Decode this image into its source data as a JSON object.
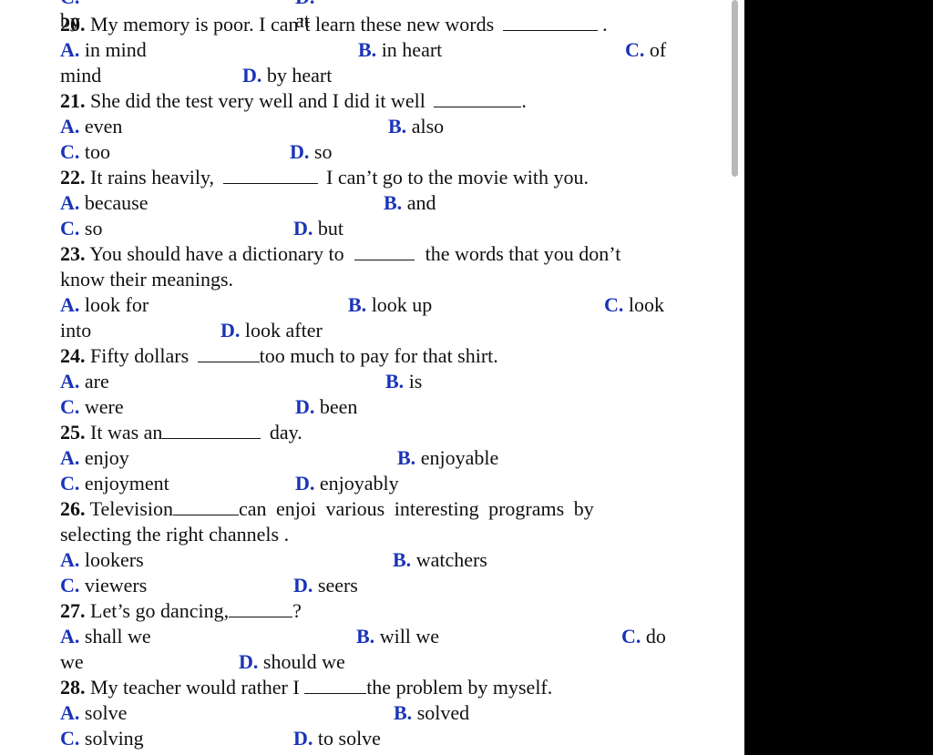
{
  "top_fragment": {
    "c_letter": "C.",
    "c_text": "by",
    "d_letter": "D.",
    "d_text": "at"
  },
  "q20": {
    "num": "20.",
    "text1": "My memory is poor. I can’t learn these new words",
    "end": ".",
    "a": "A.",
    "a_text": "in mind",
    "b": "B.",
    "b_text": "in heart",
    "c": "C.",
    "c_text": "of",
    "c_wrap": "mind",
    "d": "D.",
    "d_text": "by heart"
  },
  "q21": {
    "num": "21.",
    "text1": "She did the test very well and I did it well",
    "end": ".",
    "a": "A.",
    "a_text": "even",
    "b": "B.",
    "b_text": "also",
    "c": "C.",
    "c_text": "too",
    "d": "D.",
    "d_text": "so"
  },
  "q22": {
    "num": "22.",
    "text1": "It rains heavily,",
    "text2": "I can’t go to the movie with you.",
    "a": "A.",
    "a_text": "because",
    "b": "B.",
    "b_text": "and",
    "c": "C.",
    "c_text": "so",
    "d": "D.",
    "d_text": "but"
  },
  "q23": {
    "num": "23.",
    "text1": "You should have a dictionary to",
    "text2": "the words that you don’t",
    "text3": "know their meanings.",
    "a": "A.",
    "a_text": "look for",
    "b": "B.",
    "b_text": "look up",
    "c": "C.",
    "c_text": "look",
    "c_wrap": "into",
    "d": "D.",
    "d_text": "look after"
  },
  "q24": {
    "num": "24.",
    "text1": "Fifty dollars",
    "text2": "too much to pay for that shirt.",
    "a": "A.",
    "a_text": "are",
    "b": "B.",
    "b_text": "is",
    "c": "C.",
    "c_text": "were",
    "d": "D.",
    "d_text": "been"
  },
  "q25": {
    "num": "25.",
    "text1": "It was an",
    "text2": "day.",
    "a": "A.",
    "a_text": "enjoy",
    "b": "B.",
    "b_text": "enjoyable",
    "c": "C.",
    "c_text": "enjoyment",
    "d": "D.",
    "d_text": "enjoyably"
  },
  "q26": {
    "num": "26.",
    "text1": "Television",
    "text2": "can enjoi various interesting programs by",
    "text3": "selecting the right channels .",
    "a": "A.",
    "a_text": "lookers",
    "b": "B.",
    "b_text": "watchers",
    "c": "C.",
    "c_text": "viewers",
    "d": "D.",
    "d_text": "seers"
  },
  "q27": {
    "num": "27.",
    "text1": "Let’s go dancing,",
    "end": "?",
    "a": "A.",
    "a_text": "shall we",
    "b": "B.",
    "b_text": "will we",
    "c": "C.",
    "c_text": "do",
    "c_wrap": "we",
    "d": "D.",
    "d_text": "should we"
  },
  "q28": {
    "num": "28.",
    "text1": "My teacher would rather I",
    "text2": "the problem by myself.",
    "a": "A.",
    "a_text": "solve",
    "b": "B.",
    "b_text": "solved",
    "c": "C.",
    "c_text": "solving",
    "d": "D.",
    "d_text": "to solve"
  }
}
